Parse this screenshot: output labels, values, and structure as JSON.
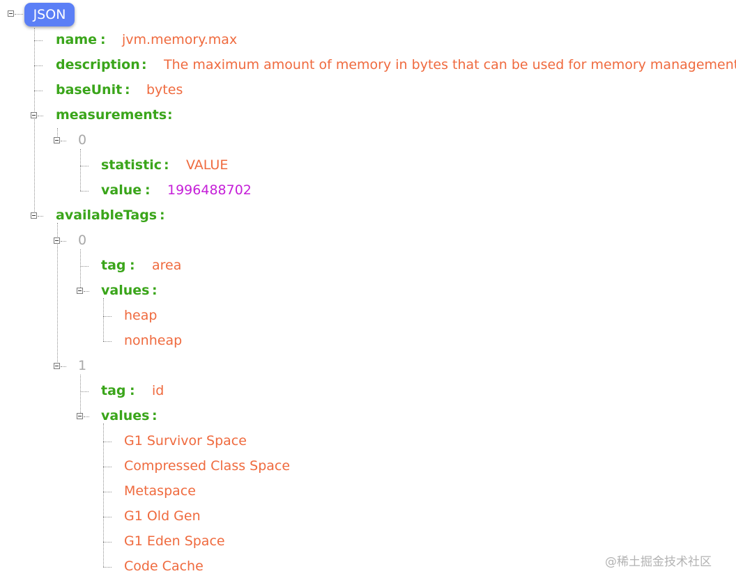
{
  "tree": {
    "root_label": "JSON",
    "name_key": "name",
    "name_value": "jvm.memory.max",
    "description_key": "description",
    "description_value": "The maximum amount of memory in bytes that can be used for memory management",
    "baseUnit_key": "baseUnit",
    "baseUnit_value": "bytes",
    "measurements_key": "measurements",
    "measurements": [
      {
        "index": "0",
        "statistic_key": "statistic",
        "statistic_value": "VALUE",
        "value_key": "value",
        "value_value": "1996488702"
      }
    ],
    "availableTags_key": "availableTags",
    "availableTags": [
      {
        "index": "0",
        "tag_key": "tag",
        "tag_value": "area",
        "values_key": "values",
        "values": [
          "heap",
          "nonheap"
        ]
      },
      {
        "index": "1",
        "tag_key": "tag",
        "tag_value": "id",
        "values_key": "values",
        "values": [
          "G1 Survivor Space",
          "Compressed Class Space",
          "Metaspace",
          "G1 Old Gen",
          "G1 Eden Space",
          "Code Cache"
        ]
      }
    ],
    "colon": ":"
  },
  "watermark": "@稀土掘金技术社区",
  "colors": {
    "key": "#3aa51a",
    "string": "#ef6a3e",
    "number": "#c51fd8",
    "index": "#a8a8a8",
    "root_badge": "#5b7ff6"
  },
  "icons": {
    "toggle": "minus-square-icon"
  }
}
